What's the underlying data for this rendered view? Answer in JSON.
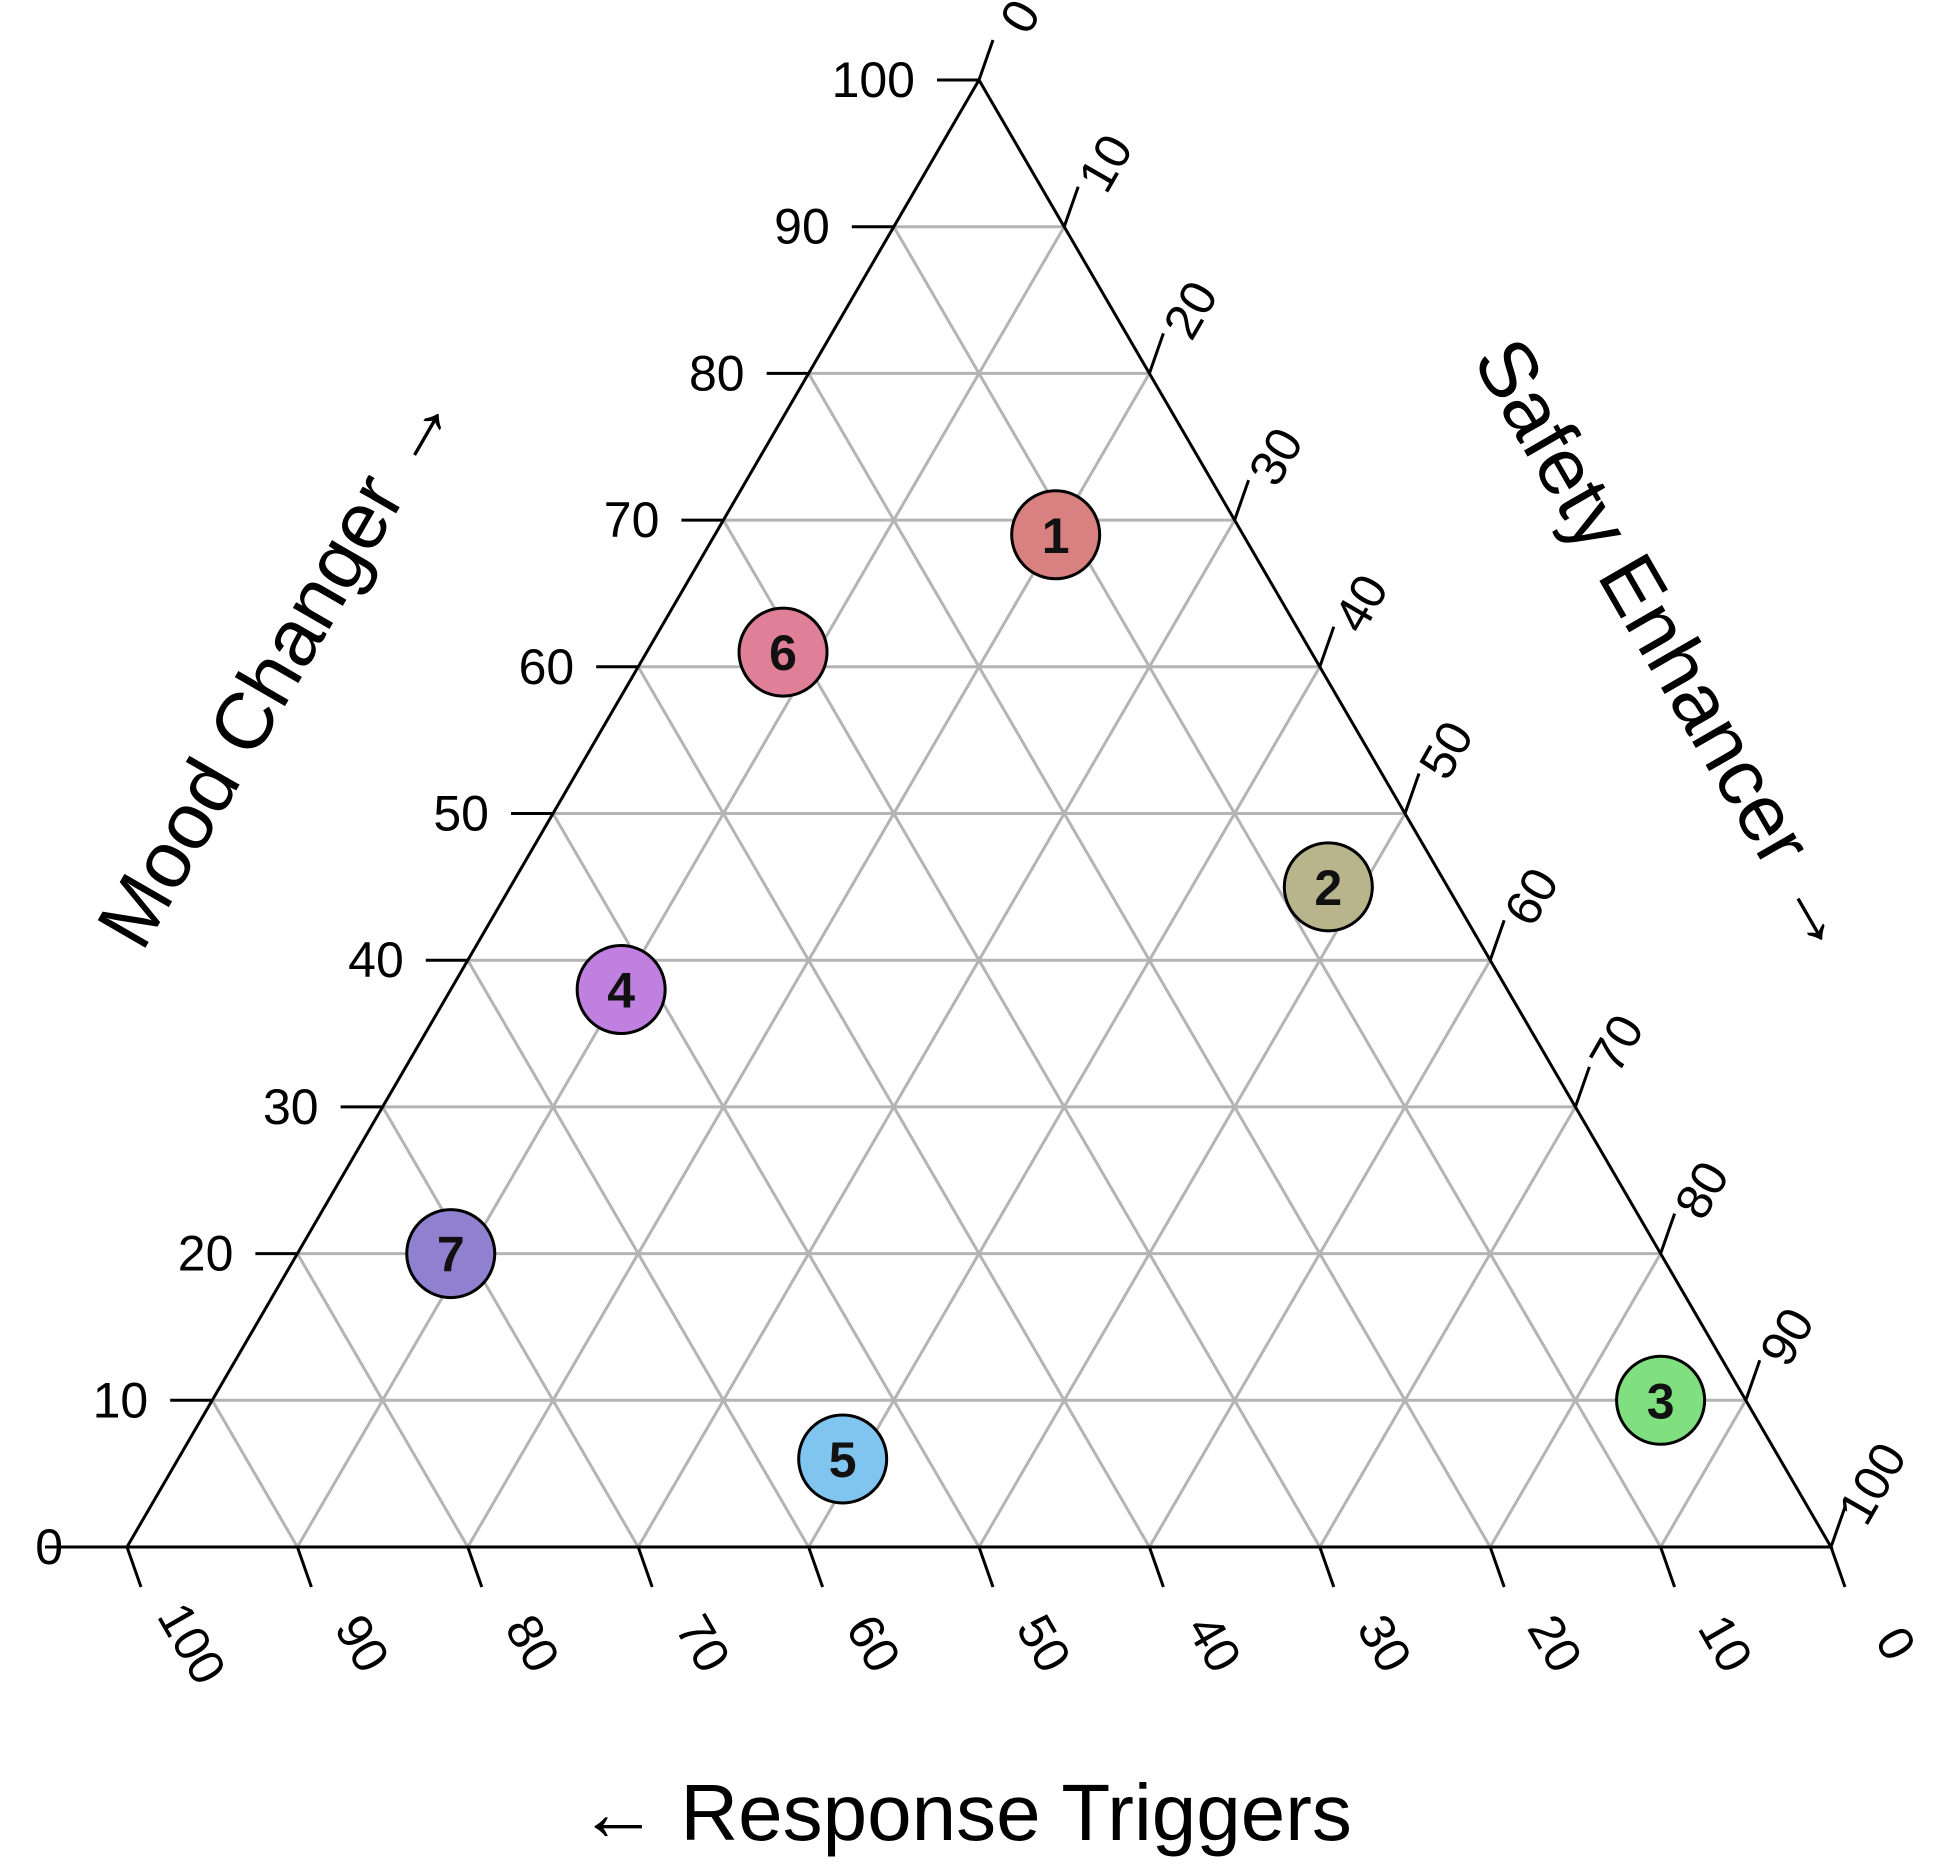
{
  "chart_data": {
    "type": "scatter",
    "subtype": "ternary",
    "grid": true,
    "axes": {
      "mood": {
        "label": "Mood Changer →",
        "range": [
          0,
          100
        ]
      },
      "safety": {
        "label": "Safety Enhancer →",
        "range": [
          0,
          100
        ]
      },
      "response": {
        "label": "← Response Triggers",
        "range": [
          0,
          100
        ]
      }
    },
    "ticks": [
      "0",
      "10",
      "20",
      "30",
      "40",
      "50",
      "60",
      "70",
      "80",
      "90",
      "100"
    ],
    "points": [
      {
        "label": "1",
        "mood": 69,
        "safety": 20,
        "response": 11,
        "color": "#d98080"
      },
      {
        "label": "2",
        "mood": 45,
        "safety": 48,
        "response": 7,
        "color": "#b8b48c"
      },
      {
        "label": "3",
        "mood": 10,
        "safety": 85,
        "response": 5,
        "color": "#80e080"
      },
      {
        "label": "4",
        "mood": 38,
        "safety": 10,
        "response": 52,
        "color": "#c080e0"
      },
      {
        "label": "5",
        "mood": 6,
        "safety": 39,
        "response": 55,
        "color": "#80c4f0"
      },
      {
        "label": "6",
        "mood": 61,
        "safety": 8,
        "response": 31,
        "color": "#e08098"
      },
      {
        "label": "7",
        "mood": 20,
        "safety": 9,
        "response": 71,
        "color": "#9080d0"
      }
    ]
  }
}
